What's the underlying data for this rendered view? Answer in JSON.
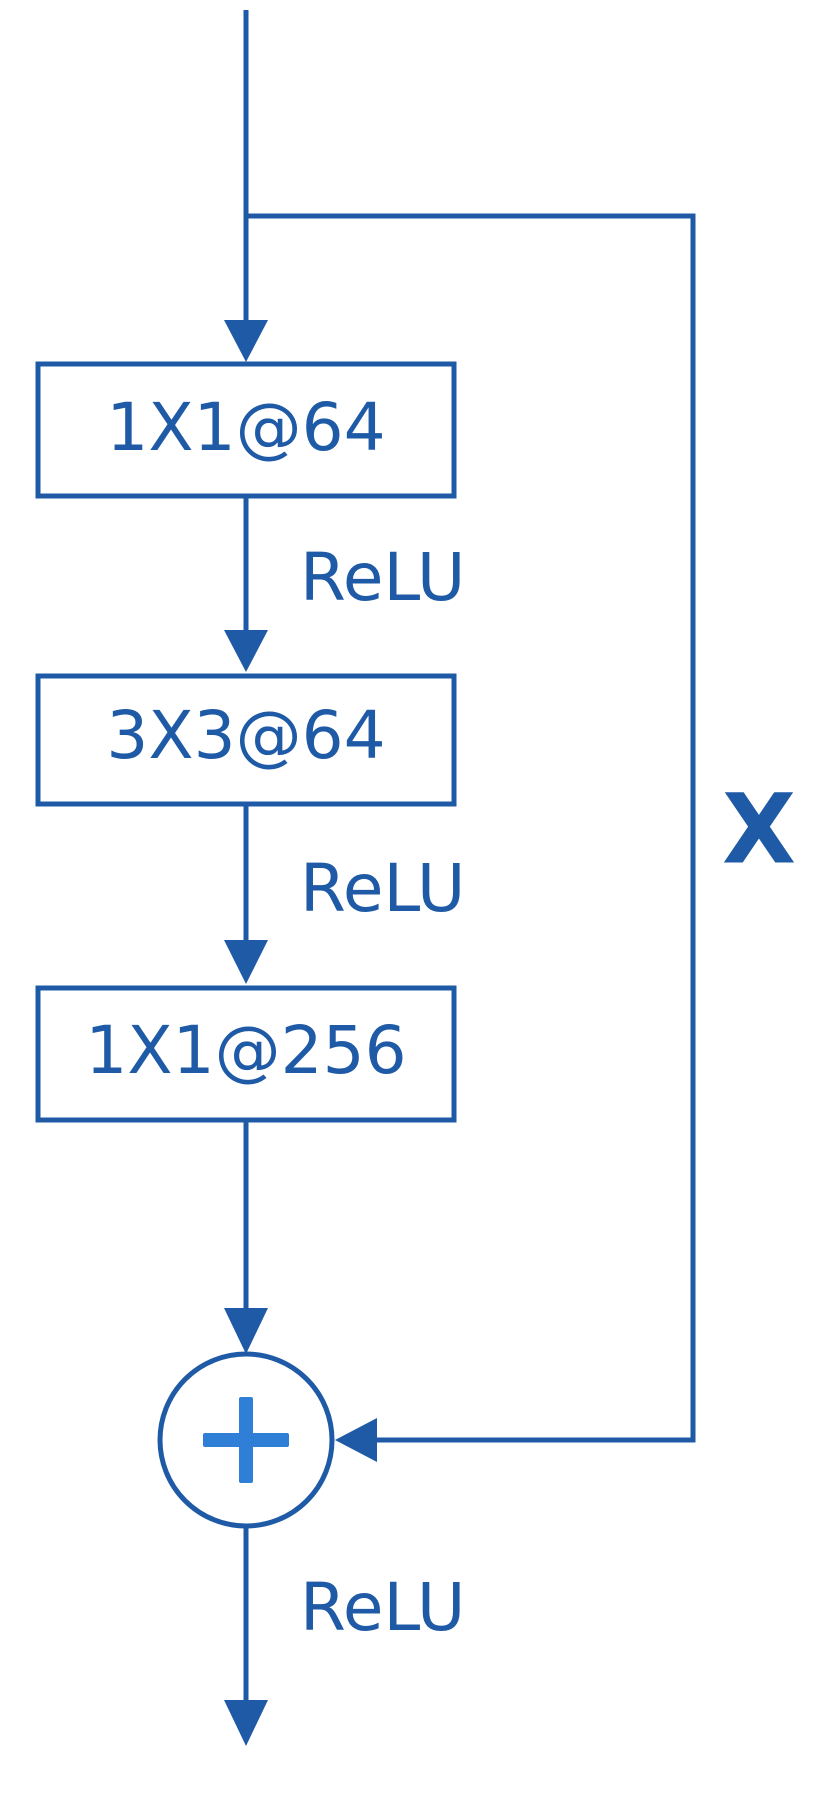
{
  "diagram": {
    "colors": {
      "line": "#1f5aa6",
      "text": "#1f5aa6",
      "plus_fill": "#2f7fd6"
    },
    "layers": [
      {
        "label": "1X1@64"
      },
      {
        "label": "3X3@64"
      },
      {
        "label": "1X1@256"
      }
    ],
    "relu_labels": [
      "ReLU",
      "ReLU",
      "ReLU"
    ],
    "skip_label": "X",
    "sum_symbol": "+"
  }
}
